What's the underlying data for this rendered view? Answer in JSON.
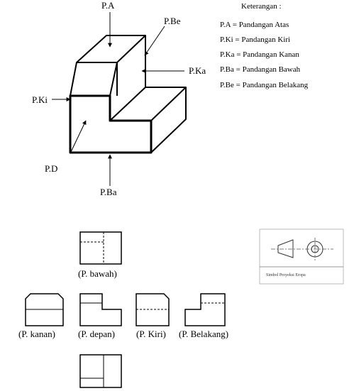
{
  "iso_labels": {
    "atas": "P.A",
    "belakang": "P.Be",
    "kanan": "P.Ka",
    "kiri": "P.Ki",
    "depan": "P.D",
    "bawah": "P.Ba"
  },
  "legend": {
    "title": "Keterangan :",
    "items": [
      "P.A = Pandangan Atas",
      "P.Ki = Pandangan Kiri",
      "P.Ka = Pandangan Kanan",
      "P.Ba = Pandangan Bawah",
      "P.Be = Pandangan Belakang"
    ]
  },
  "views": {
    "bawah": "(P. bawah)",
    "kanan": "(P. kanan)",
    "depan": "(P. depan)",
    "kiri": "(P. Kiri)",
    "belakang": "(P. Belakang)"
  },
  "symbol": {
    "caption": "Simbol Proyeksi Eropa"
  }
}
